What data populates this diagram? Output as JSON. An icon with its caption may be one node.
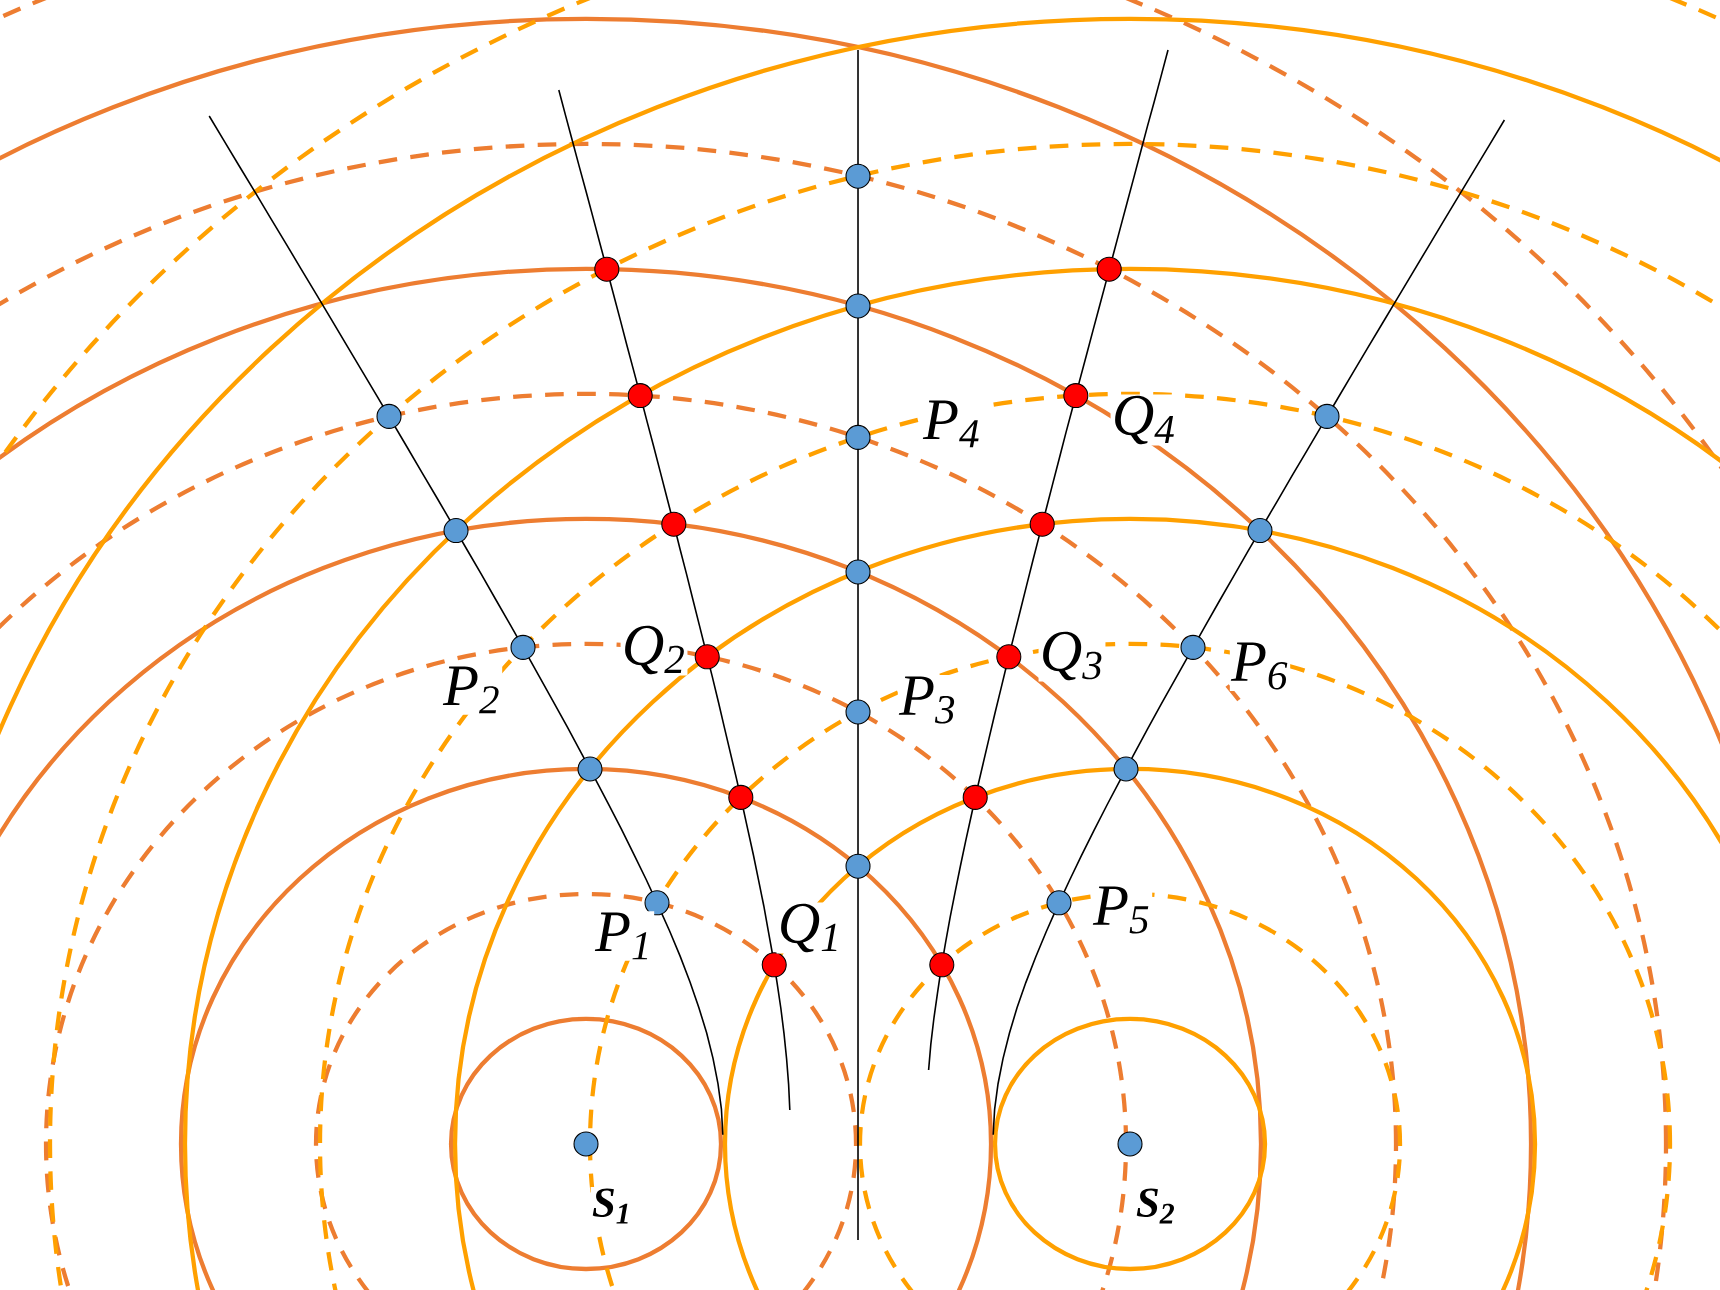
{
  "diagram": {
    "labels": [
      "P$_{4}$",
      "Q$_{4}$",
      "Q$_{2}$",
      "Q$_{3}$",
      "P$_{6}$",
      "P$_{2}$",
      "P$_{3}$",
      "P$_{5}$",
      "Q$_{1}$",
      "P$_{1}$",
      "S$_{1}$",
      "S$_{2}$"
    ]
  }
}
